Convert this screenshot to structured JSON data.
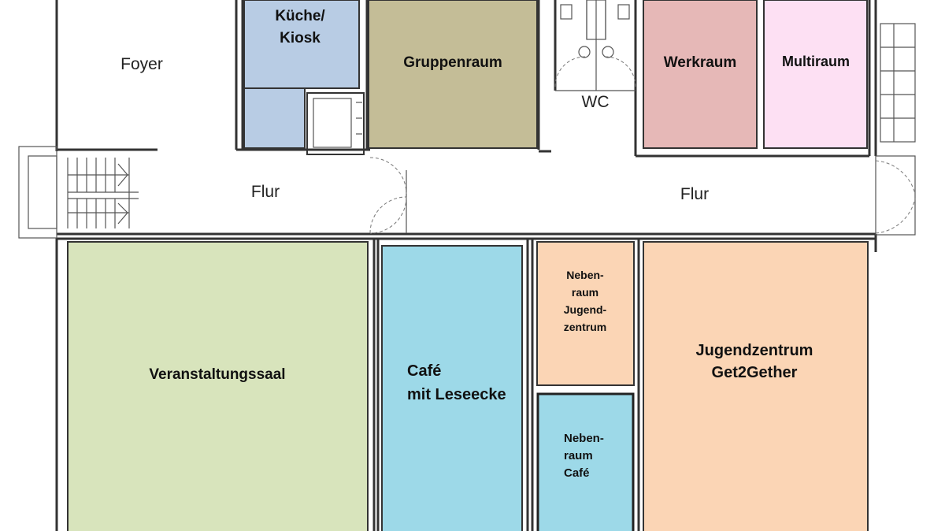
{
  "rooms": {
    "foyer": {
      "label": "Foyer",
      "color": "#ffffff"
    },
    "kueche": {
      "label": "Küche/\nKiosk",
      "color": "#b8cce4"
    },
    "gruppenraum": {
      "label": "Gruppenraum",
      "color": "#c4bd97"
    },
    "wc": {
      "label": "WC",
      "color": "#ffffff"
    },
    "werkraum": {
      "label": "Werkraum",
      "color": "#e6b8b7"
    },
    "multiraum": {
      "label": "Multiraum",
      "color": "#fde0f3"
    },
    "flur_left": {
      "label": "Flur"
    },
    "flur_right": {
      "label": "Flur"
    },
    "veranstaltungssaal": {
      "label": "Veranstaltungssaal",
      "color": "#d8e4bc"
    },
    "cafe": {
      "label": "Café\nmit Leseecke",
      "color": "#9dd9e8"
    },
    "nebenraum_jz": {
      "label": "Neben-\nraum\n\nJugend-\nzentrum",
      "color": "#fbd5b5"
    },
    "nebenraum_cafe": {
      "label": "Neben-\nraum\nCafé",
      "color": "#9dd9e8"
    },
    "jugendzentrum": {
      "label": "Jugendzentrum\nGet2Gether",
      "color": "#fbd5b5"
    }
  }
}
